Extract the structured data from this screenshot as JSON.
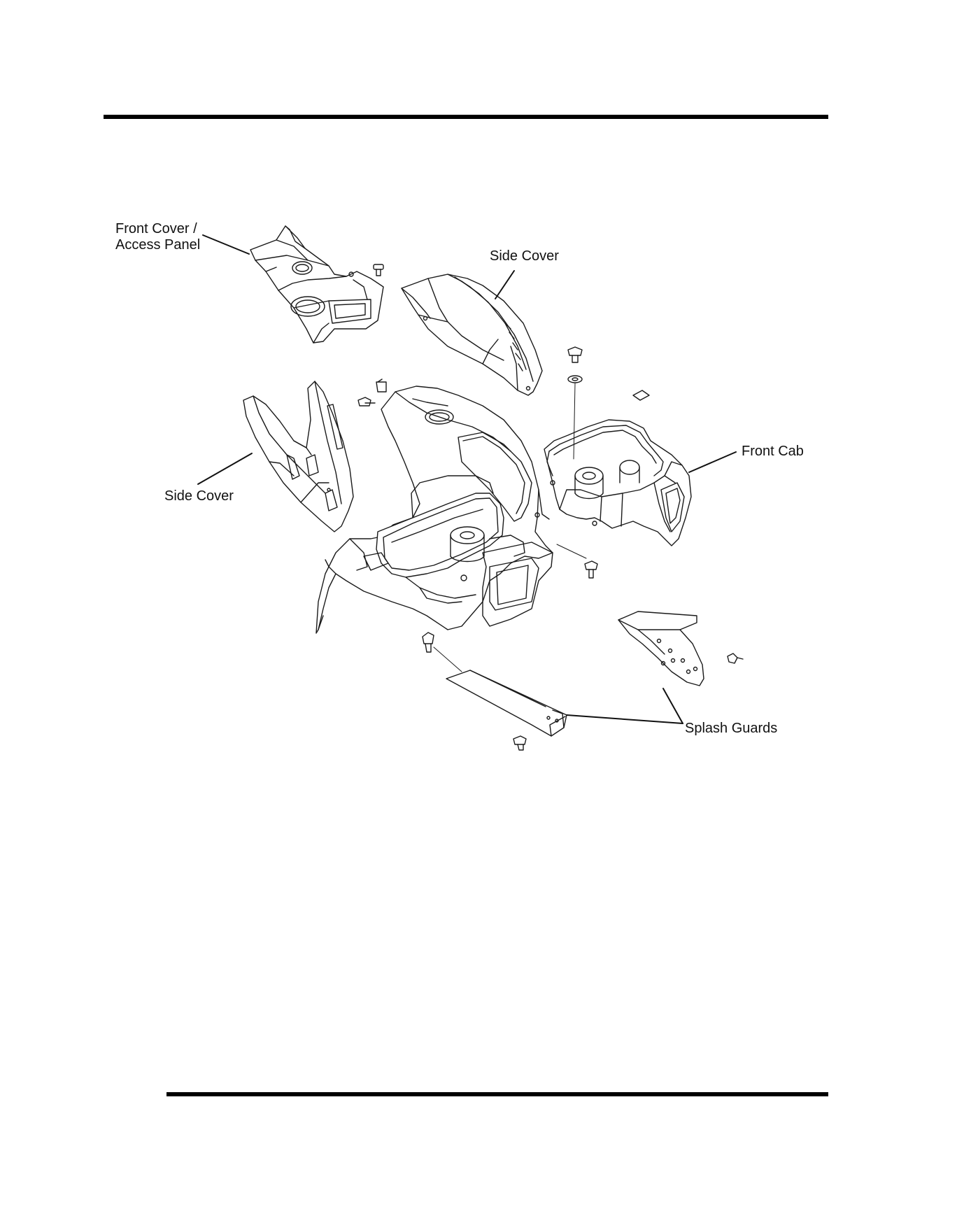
{
  "labels": {
    "front_cover_line1": "Front Cover /",
    "front_cover_line2": "Access Panel",
    "side_cover_top": "Side Cover",
    "side_cover_left": "Side Cover",
    "front_cab": "Front Cab",
    "splash_guards": "Splash Guards"
  },
  "colors": {
    "line": "#1a1a1a",
    "fill": "#ffffff",
    "rule": "#000000"
  }
}
